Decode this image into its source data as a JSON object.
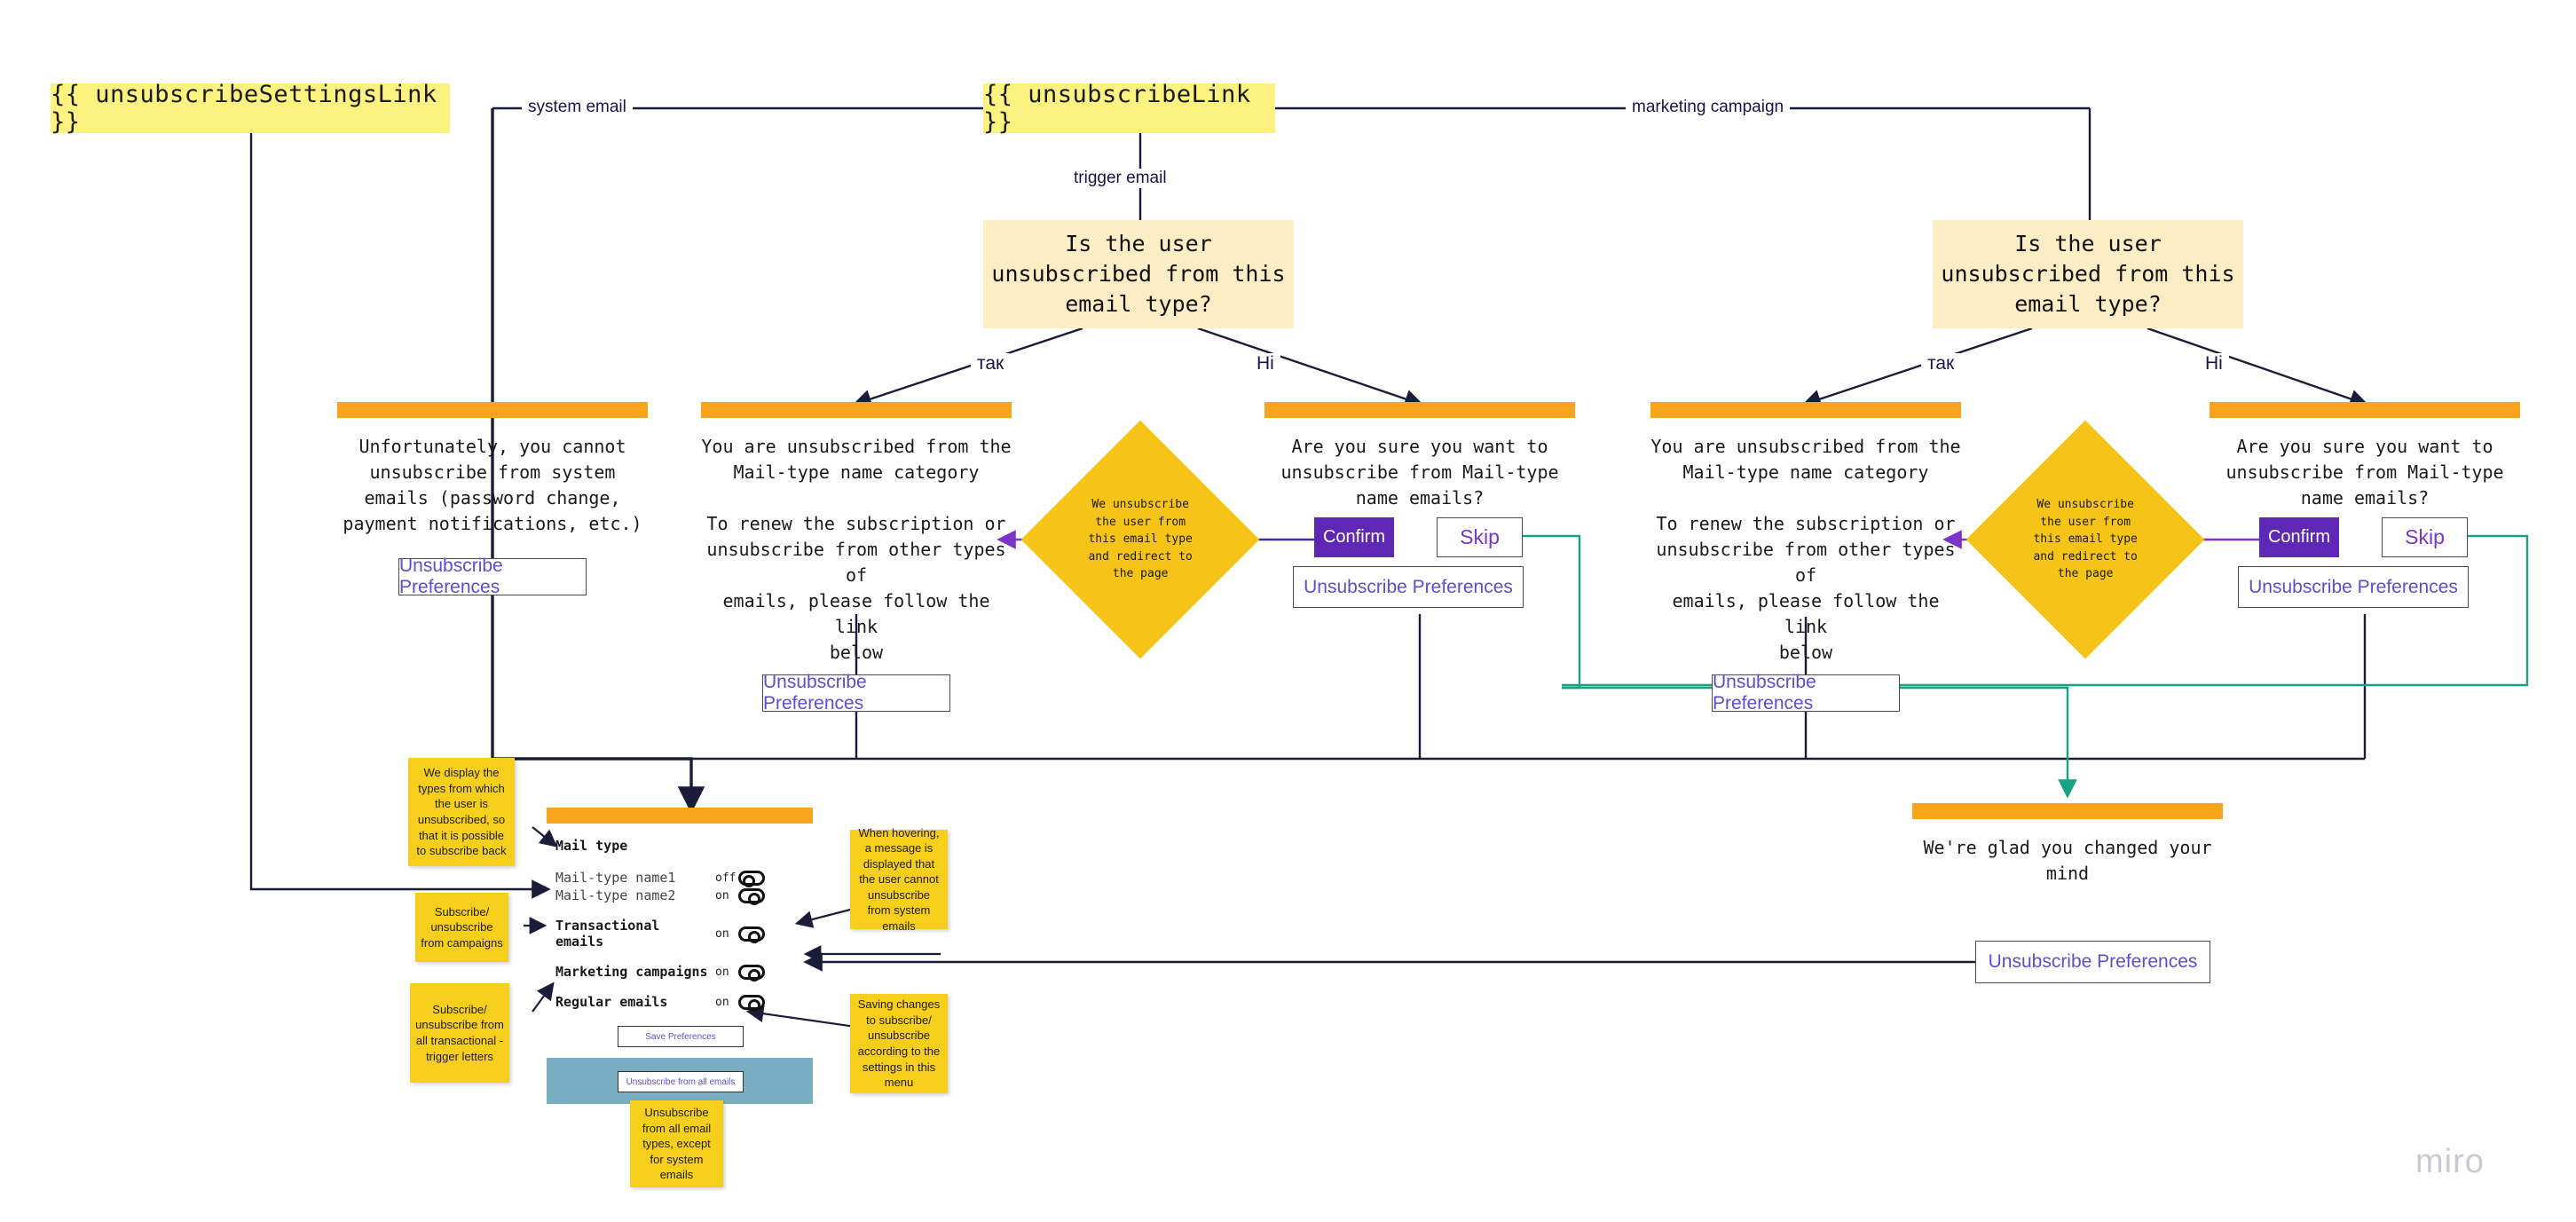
{
  "board": {
    "watermark": "miro"
  },
  "colors": {
    "chip_yellow": "#fcf27f",
    "decision_peach": "#fdedc4",
    "bar_orange": "#f8a51b",
    "diamond_yellow": "#f6c417",
    "sticky_yellow": "#f5cf1b",
    "primary_purple": "#5f27b5",
    "link_purple": "#5b4fcf",
    "wire_navy": "#1b1b3a",
    "wire_teal": "#17a283",
    "wire_violet": "#7b34c9",
    "band_blue": "#79aec2"
  },
  "nodes": {
    "unsubscribe_settings_link": "{{ unsubscribeSettingsLink }}",
    "unsubscribe_link": "{{ unsubscribeLink }}",
    "decision_left": "Is the user\nunsubscribed from this\nemail type?",
    "decision_right": "Is the user\nunsubscribed from this\nemail type?"
  },
  "edge_labels": {
    "system_email": "system email",
    "marketing_campaign": "marketing campaign",
    "trigger_email": "trigger email",
    "yes_left": "так",
    "no_left": "Ні",
    "yes_right": "так",
    "no_right": "Ні"
  },
  "screens": {
    "system_blocked": {
      "text": "Unfortunately, you cannot\nunsubscribe from system\nemails (password change,\npayment notifications, etc.)",
      "link": "Unsubscribe Preferences"
    },
    "already_unsubscribed_left": {
      "text": "You are unsubscribed from the\nMail-type name category\n\nTo renew the subscription or\nunsubscribe from other types of\nemails, please follow the link\nbelow",
      "link": "Unsubscribe Preferences"
    },
    "confirm_left": {
      "text": "Are you sure you want to\nunsubscribe from Mail-type\nname emails?",
      "confirm": "Confirm",
      "skip": "Skip",
      "link": "Unsubscribe Preferences"
    },
    "already_unsubscribed_right": {
      "text": "You are unsubscribed from the\nMail-type name category\n\nTo renew the subscription or\nunsubscribe from other types of\nemails, please follow the link\nbelow",
      "link": "Unsubscribe Preferences"
    },
    "confirm_right": {
      "text": "Are you sure you want to\nunsubscribe from Mail-type\nname emails?",
      "confirm": "Confirm",
      "skip": "Skip",
      "link": "Unsubscribe Preferences"
    },
    "glad": {
      "text": "We're glad you changed your\nmind",
      "link": "Unsubscribe Preferences"
    }
  },
  "diamonds": {
    "left": "We unsubscribe\nthe user from\nthis email type\nand redirect to\nthe page",
    "right": "We unsubscribe\nthe user from\nthis email type\nand redirect to\nthe page"
  },
  "preferences_panel": {
    "header_label": "Mail type",
    "rows": [
      {
        "label": "Mail-type name1",
        "state": "off",
        "sub": true
      },
      {
        "label": "Mail-type name2",
        "state": "on",
        "sub": true
      },
      {
        "label": "Transactional emails",
        "state": "on",
        "sub": false
      },
      {
        "label": "Marketing campaigns",
        "state": "on",
        "sub": false
      },
      {
        "label": "Regular emails",
        "state": "on",
        "sub": false
      }
    ],
    "save_button": "Save Preferences",
    "unsubscribe_all_button": "Unsubscribe from all emails"
  },
  "sticky_notes": {
    "display_types": "We display the types from which the user is unsubscribed, so that it is possible to subscribe back",
    "subscribe_campaigns": "Subscribe/ unsubscribe from campaigns",
    "subscribe_transactional": "Subscribe/ unsubscribe from all transactional - trigger letters",
    "hover_message": "When hovering, a message is displayed that the user cannot unsubscribe from system emails",
    "saving_changes": "Saving changes to subscribe/ unsubscribe according to the settings in this menu",
    "unsubscribe_all_note": "Unsubscribe from all email types, except for system emails"
  }
}
